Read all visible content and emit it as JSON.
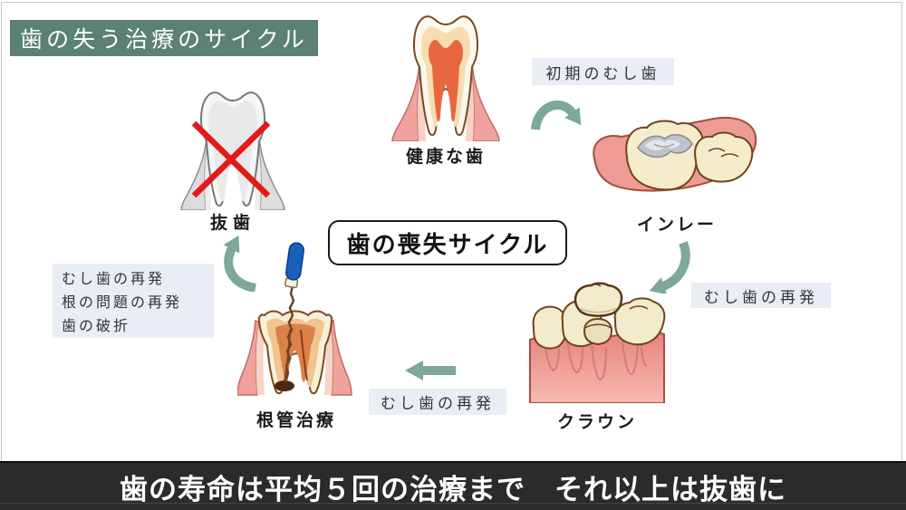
{
  "banner": {
    "title": "歯の失う治療のサイクル"
  },
  "center_box": {
    "label": "歯の喪失サイクル"
  },
  "stages": {
    "healthy": {
      "label": "健康な歯"
    },
    "inlay": {
      "label": "インレー"
    },
    "crown": {
      "label": "クラウン"
    },
    "root_canal": {
      "label": "根管治療"
    },
    "extraction": {
      "label": "抜歯"
    }
  },
  "transitions": {
    "healthy_to_inlay": {
      "label": "初期のむし歯"
    },
    "inlay_to_crown": {
      "label": "むし歯の再発"
    },
    "crown_to_root_canal": {
      "label": "むし歯の再発"
    },
    "root_canal_to_extraction": {
      "lines": [
        "むし歯の再発",
        "根の問題の再発",
        "歯の破折"
      ]
    }
  },
  "footer": {
    "message": "歯の寿命は平均５回の治療まで　それ以上は抜歯に"
  },
  "icons": {
    "arrows": [
      "curved-arrow-down-right",
      "curved-arrow-down-left",
      "straight-arrow-left",
      "curved-arrow-up"
    ],
    "red_cross": "red-cross",
    "dental_file": "dental-file"
  },
  "colors": {
    "banner_bg": "#5a8173",
    "arrow_teal": "#7ea898",
    "transition_label_bg": "#e9eef5",
    "footer_bg": "#2b2b2b",
    "cross_red": "#e3191c",
    "gum_pink": "#f1a29c",
    "tooth_cream": "#f2ebcc",
    "pulp_orange": "#e76840",
    "inlay_silver": "#bec3cb",
    "file_blue": "#1b5fbe"
  }
}
